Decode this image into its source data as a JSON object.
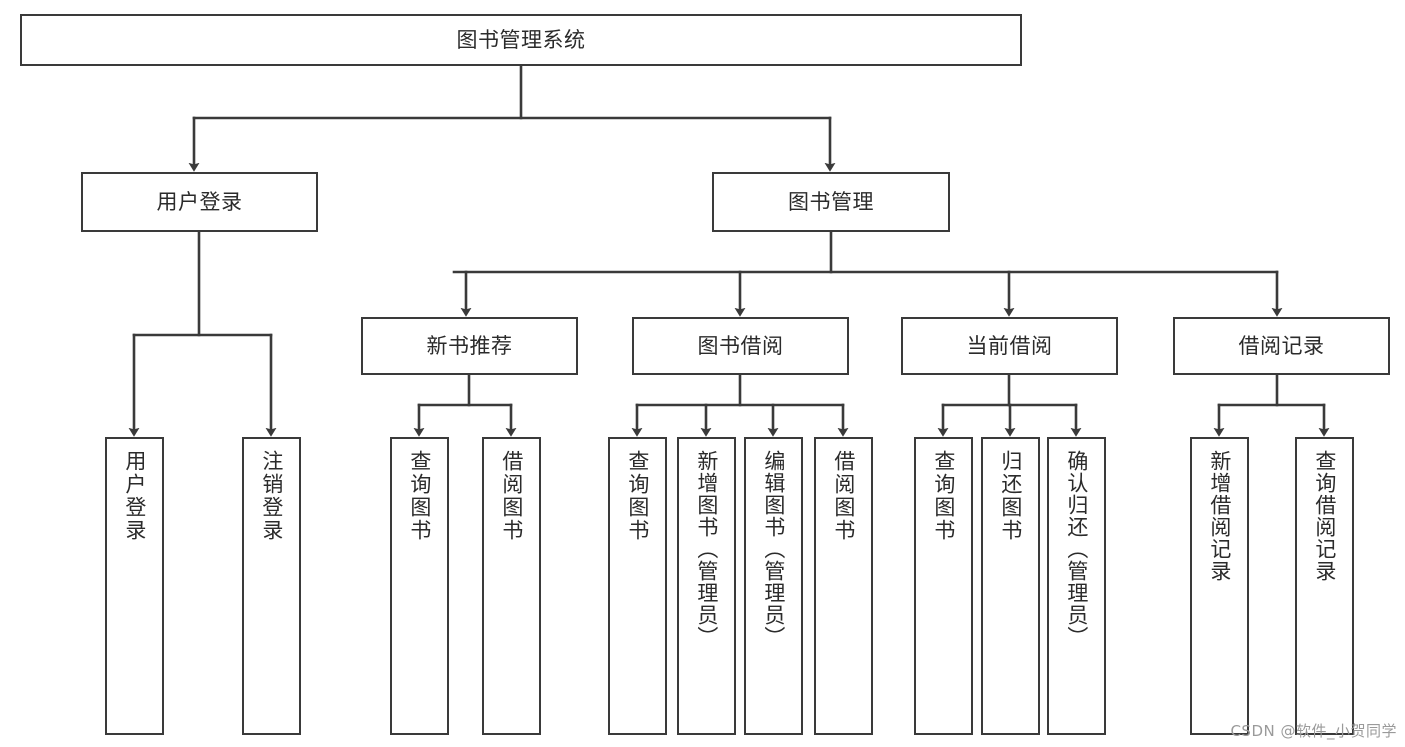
{
  "diagram": {
    "type": "tree-hierarchy",
    "title": "图书管理系统",
    "watermark": "CSDN @软件_小贺同学",
    "colors": {
      "border": "#3a3a3a",
      "text": "#2b2b2b",
      "background": "#ffffff",
      "connector": "#3a3a3a",
      "watermark": "#9a9a9a"
    },
    "root": {
      "label": "图书管理系统"
    },
    "level2": [
      {
        "label": "用户登录"
      },
      {
        "label": "图书管理"
      }
    ],
    "level3": [
      {
        "label": "新书推荐"
      },
      {
        "label": "图书借阅"
      },
      {
        "label": "当前借阅"
      },
      {
        "label": "借阅记录"
      }
    ],
    "leaves": {
      "user_login": [
        {
          "label": "用户登录"
        },
        {
          "label": "注销登录"
        }
      ],
      "new_book_recommend": [
        {
          "label": "查询图书"
        },
        {
          "label": "借阅图书"
        }
      ],
      "book_borrow": [
        {
          "label": "查询图书"
        },
        {
          "label": "新增图书（管理员）"
        },
        {
          "label": "编辑图书（管理员）"
        },
        {
          "label": "借阅图书"
        }
      ],
      "current_borrow": [
        {
          "label": "查询图书"
        },
        {
          "label": "归还图书"
        },
        {
          "label": "确认归还（管理员）"
        }
      ],
      "borrow_record": [
        {
          "label": "新增借阅记录"
        },
        {
          "label": "查询借阅记录"
        }
      ]
    }
  }
}
